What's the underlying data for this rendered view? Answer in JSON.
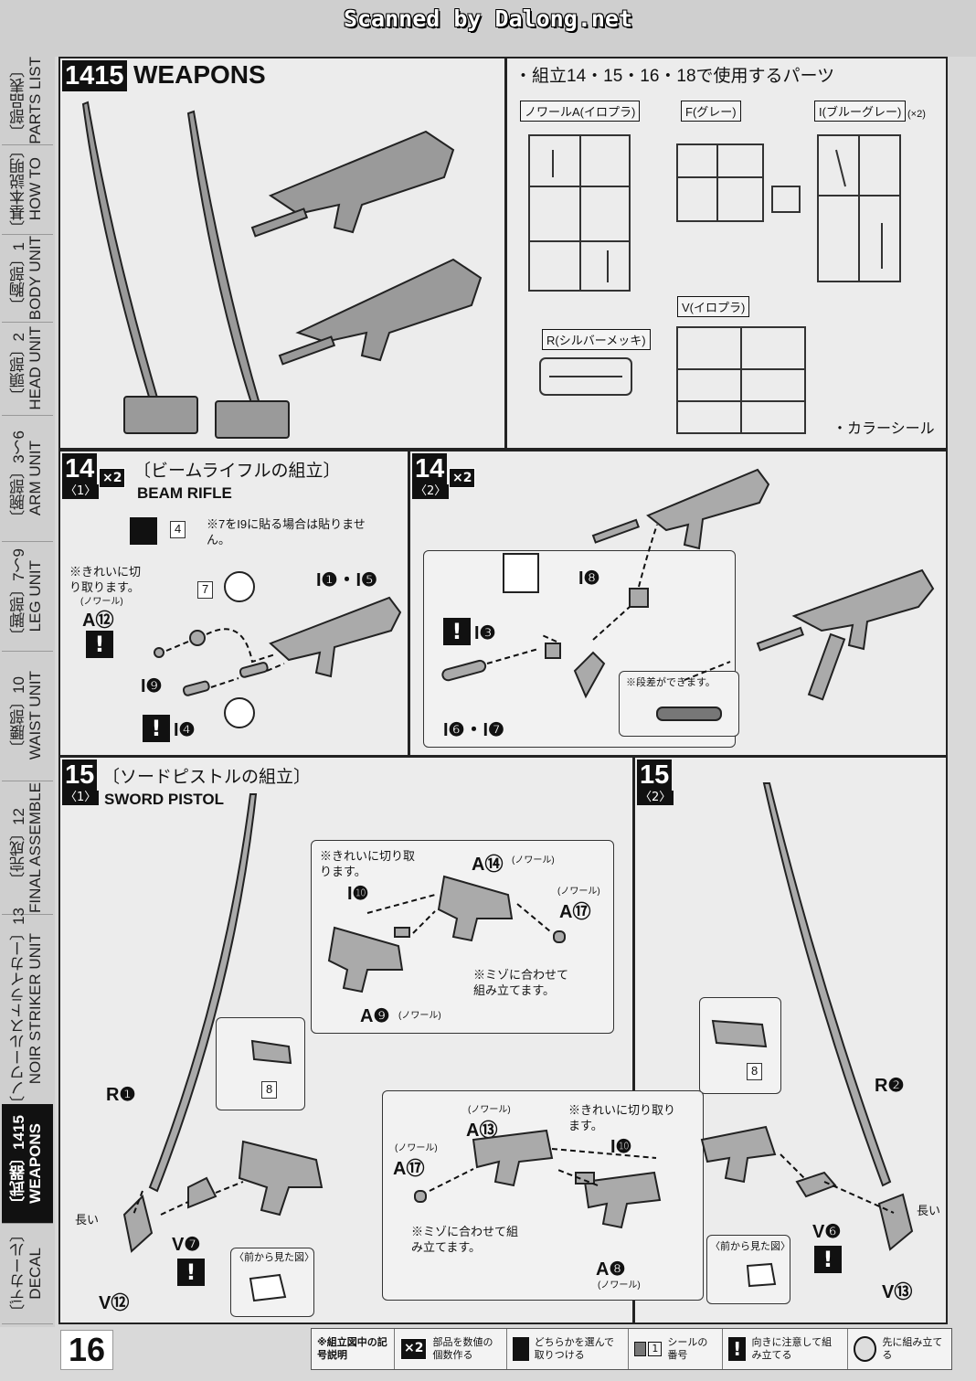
{
  "scan_credit": "Scanned by Dalong.net",
  "page_number": "16",
  "sidebar": [
    {
      "jp": "〔部品表〕",
      "en": "PARTS LIST"
    },
    {
      "jp": "〔基本説明〕",
      "en": "HOW TO"
    },
    {
      "jp": "〔胸部〕1",
      "en": "BODY UNIT"
    },
    {
      "jp": "〔頭部〕2",
      "en": "HEAD UNIT"
    },
    {
      "jp": "〔腕部〕3〜6",
      "en": "ARM UNIT"
    },
    {
      "jp": "〔脚部〕7〜9",
      "en": "LEG UNIT"
    },
    {
      "jp": "〔腰部〕10",
      "en": "WAIST UNIT"
    },
    {
      "jp": "〔完成〕12",
      "en": "FINAL ASSEMBLE"
    },
    {
      "jp": "〔ノワールストライカー〕13",
      "en": "NOIR STRIKER UNIT"
    },
    {
      "jp": "〔武器〕1415",
      "en": "WEAPONS"
    },
    {
      "jp": "〔デカール〕",
      "en": "DECAL"
    }
  ],
  "weapons": {
    "step": "1415",
    "title": "WEAPONS"
  },
  "parts_used": {
    "heading": "・組立14・15・16・18で使用するパーツ",
    "runners": [
      "ノワールA(イロプラ)",
      "F(グレー)",
      "I(ブルーグレー)",
      "R(シルバーメッキ)",
      "V(イロプラ)"
    ],
    "i_qty": "(×2)",
    "color_seal": "・カラーシール"
  },
  "step14_1": {
    "step": "14",
    "sub": "〈1〉",
    "qty": "×2",
    "jp_title": "〔ビームライフルの組立〕",
    "en_title": "BEAM RIFLE",
    "note_seal": "※",
    "note_seal2": "をI",
    "note_seal3": "に貼る場合は貼りません。",
    "seal_4": "4",
    "seal_7": "7",
    "cut_note": "※きれいに切り取ります。",
    "noir": "(ノワール)",
    "p_a12": "A⑫",
    "p_i1i5": "I❶・I❺",
    "p_i9": "I❾",
    "p_i4": "I❹"
  },
  "step14_2": {
    "step": "14",
    "sub": "〈2〉",
    "qty": "×2",
    "p_i8": "I❽",
    "p_i3": "I❸",
    "p_i6i7": "I❻・I❼",
    "step_note": "※段差ができます。"
  },
  "step15_1": {
    "step": "15",
    "sub": "〈1〉",
    "jp_title": "〔ソードピストルの組立〕",
    "en_title": "SWORD PISTOL",
    "cut_note": "※きれいに切り取ります。",
    "p_a14": "A⑭",
    "p_i10": "I❿",
    "p_a17": "A⑰",
    "p_a9": "A❾",
    "noir": "(ノワール)",
    "groove_note": "※ミゾに合わせて組み立てます。",
    "p_r1": "R❶",
    "p_v7": "V❼",
    "p_v12": "V⑫",
    "long": "長い",
    "front_view": "〈前から見た図〉",
    "seal_8": "8"
  },
  "step15_2": {
    "step": "15",
    "sub": "〈2〉",
    "cut_note": "※きれいに切り取ります。",
    "p_a13": "A⑬",
    "p_i10": "I❿",
    "p_a17": "A⑰",
    "p_a8": "A❽",
    "noir": "(ノワール)",
    "groove_note": "※ミゾに合わせて組み立てます。",
    "p_r2": "R❷",
    "p_v6": "V❻",
    "p_v13": "V⑬",
    "long": "長い",
    "front_view": "〈前から見た図〉",
    "seal_8": "8"
  },
  "legend": {
    "heading": "※組立図中の記号説明",
    "x2_label": "×2",
    "x2_text": "部品を数値の個数作る",
    "choose_text": "どちらかを選んで取りつける",
    "seal_label": "1",
    "seal_text": "シールの番号",
    "attention_text": "向きに注意して組み立てる",
    "first_text": "先に組み立てる"
  }
}
